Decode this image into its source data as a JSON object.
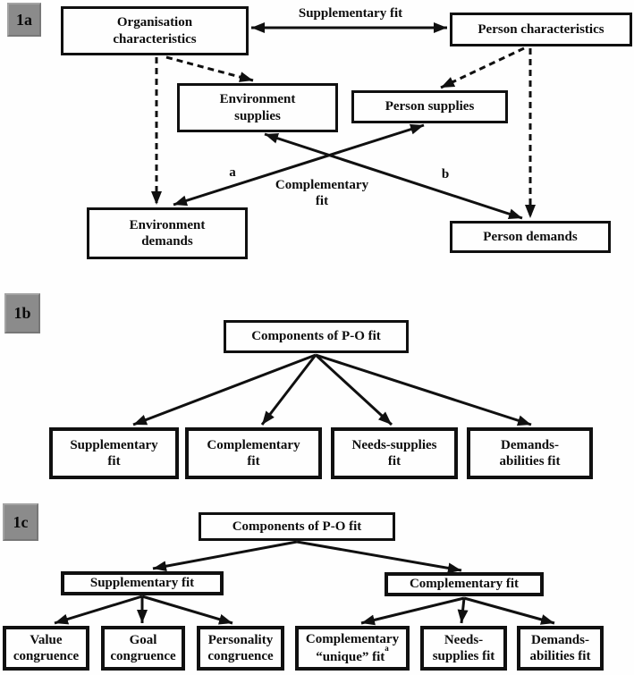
{
  "colors": {
    "panel_tag_gray": "#8b8b8b",
    "line_black": "#101010",
    "background": "#fefefe"
  },
  "figure": {
    "panels": {
      "a": {
        "tag": "1a",
        "boxes": {
          "organisation_characteristics": {
            "lines": [
              "Organisation",
              "characteristics"
            ]
          },
          "person_characteristics": {
            "lines": [
              "Person characteristics"
            ]
          },
          "environment_supplies": {
            "lines": [
              "Environment",
              "supplies"
            ]
          },
          "person_supplies": {
            "lines": [
              "Person supplies"
            ]
          },
          "environment_demands": {
            "lines": [
              "Environment",
              "demands"
            ]
          },
          "person_demands": {
            "lines": [
              "Person demands"
            ]
          }
        },
        "labels": {
          "supplementary_fit": "Supplementary fit",
          "complementary_fit": {
            "lines": [
              "Complementary",
              "fit"
            ]
          },
          "path_a": "a",
          "path_b": "b"
        }
      },
      "b": {
        "tag": "1b",
        "boxes": {
          "components": {
            "lines": [
              "Components of P-O fit"
            ]
          },
          "supplementary_fit": {
            "lines": [
              "Supplementary",
              "fit"
            ]
          },
          "complementary_fit": {
            "lines": [
              "Complementary",
              "fit"
            ]
          },
          "needs_supplies_fit": {
            "lines": [
              "Needs-supplies",
              "fit"
            ]
          },
          "demands_abilities_fit": {
            "lines": [
              "Demands-",
              "abilities fit"
            ]
          }
        }
      },
      "c": {
        "tag": "1c",
        "boxes": {
          "components": {
            "lines": [
              "Components of P-O fit"
            ]
          },
          "supplementary_fit": {
            "lines": [
              "Supplementary fit"
            ]
          },
          "complementary_fit": {
            "lines": [
              "Complementary fit"
            ]
          },
          "value_congruence": {
            "lines": [
              "Value",
              "congruence"
            ]
          },
          "goal_congruence": {
            "lines": [
              "Goal",
              "congruence"
            ]
          },
          "personality_congruence": {
            "lines": [
              "Personality",
              "congruence"
            ]
          },
          "complementary_unique_fit": {
            "lines": [
              "Complementary",
              "“unique” fit"
            ],
            "superscript": "a"
          },
          "needs_supplies_fit": {
            "lines": [
              "Needs-",
              "supplies fit"
            ]
          },
          "demands_abilities_fit": {
            "lines": [
              "Demands-",
              "abilities fit"
            ]
          }
        }
      }
    }
  }
}
